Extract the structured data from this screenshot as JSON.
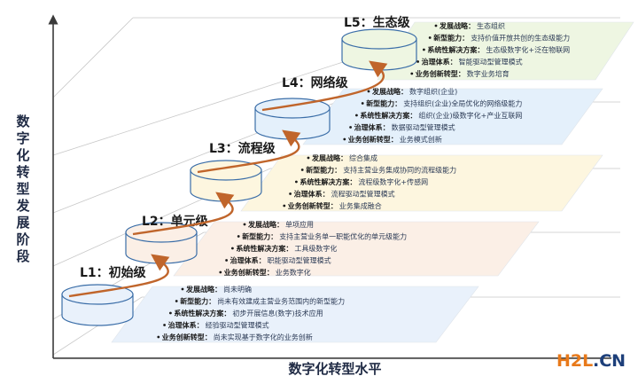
{
  "y_axis_label": "数字化转型发展阶段",
  "x_axis_label": "数字化转型水平",
  "logo": {
    "part1": "H2L",
    "part2": ".CN"
  },
  "levels": [
    {
      "title": "L1：初始级",
      "fill": "#e9f1fb",
      "rows": [
        {
          "k": "发展战略：",
          "v": "尚未明确"
        },
        {
          "k": "新型能力：",
          "v": "尚未有效建成主营业务范围内的新型能力"
        },
        {
          "k": "系统性解决方案：",
          "v": "初步开展信息(数字)技术应用"
        },
        {
          "k": "治理体系：",
          "v": "经验驱动型管理模式"
        },
        {
          "k": "业务创新转型：",
          "v": "尚未实现基于数字化的业务创新"
        }
      ]
    },
    {
      "title": "L2：单元级",
      "fill": "#fbefe6",
      "rows": [
        {
          "k": "发展战略：",
          "v": "单项应用"
        },
        {
          "k": "新型能力：",
          "v": "支持主营业务单一职能优化的单元级能力"
        },
        {
          "k": "系统性解决方案：",
          "v": "工具级数字化"
        },
        {
          "k": "治理体系：",
          "v": "职能驱动型管理模式"
        },
        {
          "k": "业务创新转型：",
          "v": "业务数字化"
        }
      ]
    },
    {
      "title": "L3：流程级",
      "fill": "#fdf6df",
      "rows": [
        {
          "k": "发展战略：",
          "v": "综合集成"
        },
        {
          "k": "新型能力：",
          "v": "支持主营业务集成协同的流程级能力"
        },
        {
          "k": "系统性解决方案：",
          "v": "流程级数字化+传感网"
        },
        {
          "k": "治理体系：",
          "v": "流程驱动型管理模式"
        },
        {
          "k": "业务创新转型：",
          "v": "业务集成融合"
        }
      ]
    },
    {
      "title": "L4：网络级",
      "fill": "#e4f0fb",
      "rows": [
        {
          "k": "发展战略：",
          "v": "数字组织(企业)"
        },
        {
          "k": "新型能力：",
          "v": "支持组织(企业)全局优化的网络级能力"
        },
        {
          "k": "系统性解决方案：",
          "v": "组织(企业)级数字化+产业互联网"
        },
        {
          "k": "治理体系：",
          "v": "数据驱动型管理模式"
        },
        {
          "k": "业务创新转型：",
          "v": "业务模式创新"
        }
      ]
    },
    {
      "title": "L5：生态级",
      "fill": "#eef6e2",
      "rows": [
        {
          "k": "发展战略：",
          "v": "生态组织"
        },
        {
          "k": "新型能力：",
          "v": "支持价值开放共创的生态级能力"
        },
        {
          "k": "系统性解决方案：",
          "v": "生态级数字化+泛在物联网"
        },
        {
          "k": "治理体系：",
          "v": "智能驱动型管理模式"
        },
        {
          "k": "业务创新转型：",
          "v": "数字业务培育"
        }
      ]
    }
  ]
}
